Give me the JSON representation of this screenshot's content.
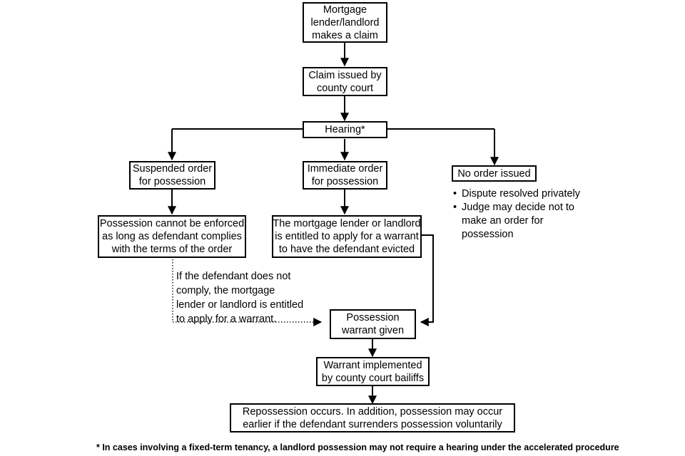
{
  "diagram": {
    "title": "Mortgage and landlord possession court process flowchart",
    "nodes": {
      "claim_made": {
        "lines": [
          "Mortgage",
          "lender/landlord",
          "makes a claim"
        ]
      },
      "claim_issued": {
        "lines": [
          "Claim issued by",
          "county court"
        ]
      },
      "hearing": {
        "lines": [
          "Hearing*"
        ]
      },
      "suspended_order": {
        "lines": [
          "Suspended order",
          "for possession"
        ]
      },
      "immediate_order": {
        "lines": [
          "Immediate order",
          "for possession"
        ]
      },
      "no_order": {
        "lines": [
          "No order issued"
        ]
      },
      "possession_not_enforced": {
        "lines": [
          "Possession cannot be enforced",
          "as long as defendant complies",
          "with the terms of the order"
        ]
      },
      "entitled_warrant": {
        "lines": [
          "The mortgage lender or landlord",
          "is entitled to apply for a warrant",
          "to have the defendant evicted"
        ]
      },
      "warrant_given": {
        "lines": [
          "Possession",
          "warrant given"
        ]
      },
      "warrant_implemented": {
        "lines": [
          "Warrant implemented",
          "by county court bailiffs"
        ]
      },
      "repossession": {
        "lines": [
          "Repossession occurs. In addition, possession may occur",
          "earlier if the defendant surrenders possession voluntarily"
        ]
      }
    },
    "no_order_bullets": [
      {
        "marker": "•",
        "text": "Dispute resolved privately"
      },
      {
        "marker": "•",
        "text": "Judge may decide not to\nmake an order for\npossession"
      }
    ],
    "dotted_note": {
      "lines": [
        "If the defendant does not",
        "comply, the mortgage",
        "lender or landlord is entitled",
        "to apply for a warrant."
      ]
    },
    "footnote": "* In cases involving a fixed-term tenancy, a landlord possession may not require a hearing under the accelerated procedure",
    "colors": {
      "line": "#000000",
      "box_border": "#000000",
      "background": "#ffffff",
      "text": "#000000"
    }
  }
}
